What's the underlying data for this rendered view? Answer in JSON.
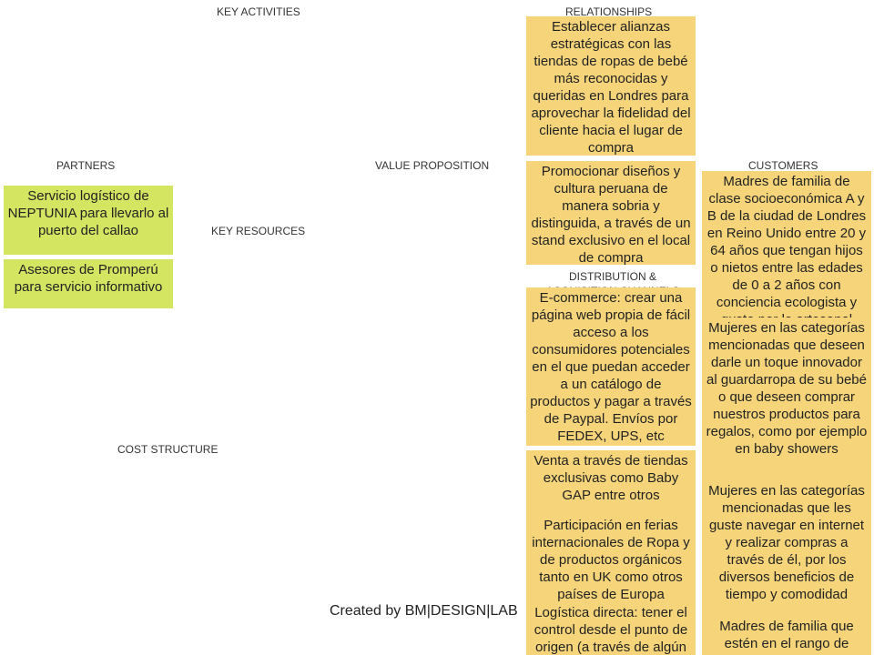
{
  "headers": {
    "key_activities": "KEY ACTIVITIES",
    "relationships": "RELATIONSHIPS",
    "partners": "PARTNERS",
    "value_proposition": "VALUE PROPOSITION",
    "customers": "CUSTOMERS",
    "key_resources": "KEY RESOURCES",
    "distribution": "DISTRIBUTION & ACQUISITION CHANNELS",
    "cost_structure": "COST STRUCTURE"
  },
  "partners": [
    "Servicio logístico de NEPTUNIA para llevarlo al puerto del callao",
    "Asesores de Promperú para servicio informativo"
  ],
  "relationships": [
    "Establecer alianzas estratégicas con las tiendas de ropas de bebé más reconocidas y queridas en Londres para aprovechar la fidelidad del cliente hacia el lugar de compra",
    "Promocionar diseños y cultura peruana de manera sobria y distinguida, a través de un stand exclusivo en el local de compra"
  ],
  "channels": [
    "E-commerce: crear una página web propia de fácil acceso a los consumidores potenciales en el que puedan acceder a un catálogo de productos y pagar a través de Paypal. Envíos por FEDEX, UPS, etc",
    "Venta a través de tiendas exclusivas como Baby GAP entre otros",
    "Participación en ferias internacionales de Ropa y de productos orgánicos tanto en UK como otros países de Europa",
    "Logística directa: tener el control desde el punto de origen (a través de algún operador logístico)"
  ],
  "customers": [
    "Madres de familia de clase socioeconómica A y B de la ciudad de Londres en Reino Unido entre 20 y 64 años que tengan hijos o nietos entre las edades de 0 a 2 años con conciencia ecologista y gusto por lo artesanal",
    "Mujeres en las categorías mencionadas que deseen darle un toque innovador al guardarropa de su bebé o que deseen comprar nuestros productos para regalos, como por ejemplo en baby showers",
    "Mujeres en las categorías mencionadas que les guste navegar en internet y realizar compras a través de él, por los diversos beneficios de tiempo y comodidad",
    "Madres de familia que estén en el rango de familias numerosas"
  ],
  "footer": "Created by BM|DESIGN|LAB"
}
